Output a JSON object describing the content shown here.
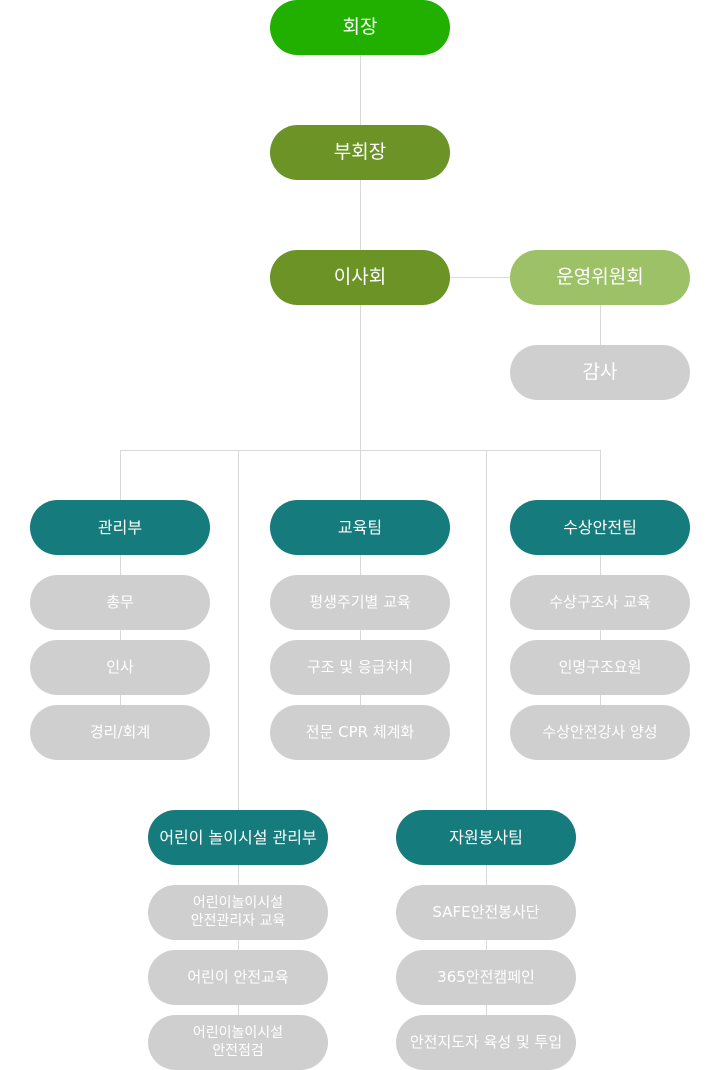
{
  "top": {
    "chairman": "회장",
    "vice_chairman": "부회장",
    "board": "이사회"
  },
  "side": {
    "committee": "운영위원회",
    "audit": "감사"
  },
  "departments": [
    {
      "name": "관리부",
      "items": [
        "총무",
        "인사",
        "경리/회계"
      ]
    },
    {
      "name": "교육팀",
      "items": [
        "평생주기별 교육",
        "구조 및 응급처치",
        "전문 CPR 체계화"
      ]
    },
    {
      "name": "수상안전팀",
      "items": [
        "수상구조사 교육",
        "인명구조요원",
        "수상안전강사 양성"
      ]
    },
    {
      "name": "어린이 놀이시설 관리부",
      "items": [
        "어린이놀이시설\n안전관리자 교육",
        "어린이 안전교육",
        "어린이놀이시설\n안전점검"
      ]
    },
    {
      "name": "자원봉사팀",
      "items": [
        "SAFE안전봉사단",
        "365안전캠페인",
        "안전지도자 육성 및 투입"
      ]
    }
  ],
  "colors": {
    "chairman": "#22b000",
    "olive": "#6b9326",
    "committee": "#9dc166",
    "teal": "#167b7c",
    "gray": "#cfcfcf",
    "line": "#d9d9d9"
  }
}
